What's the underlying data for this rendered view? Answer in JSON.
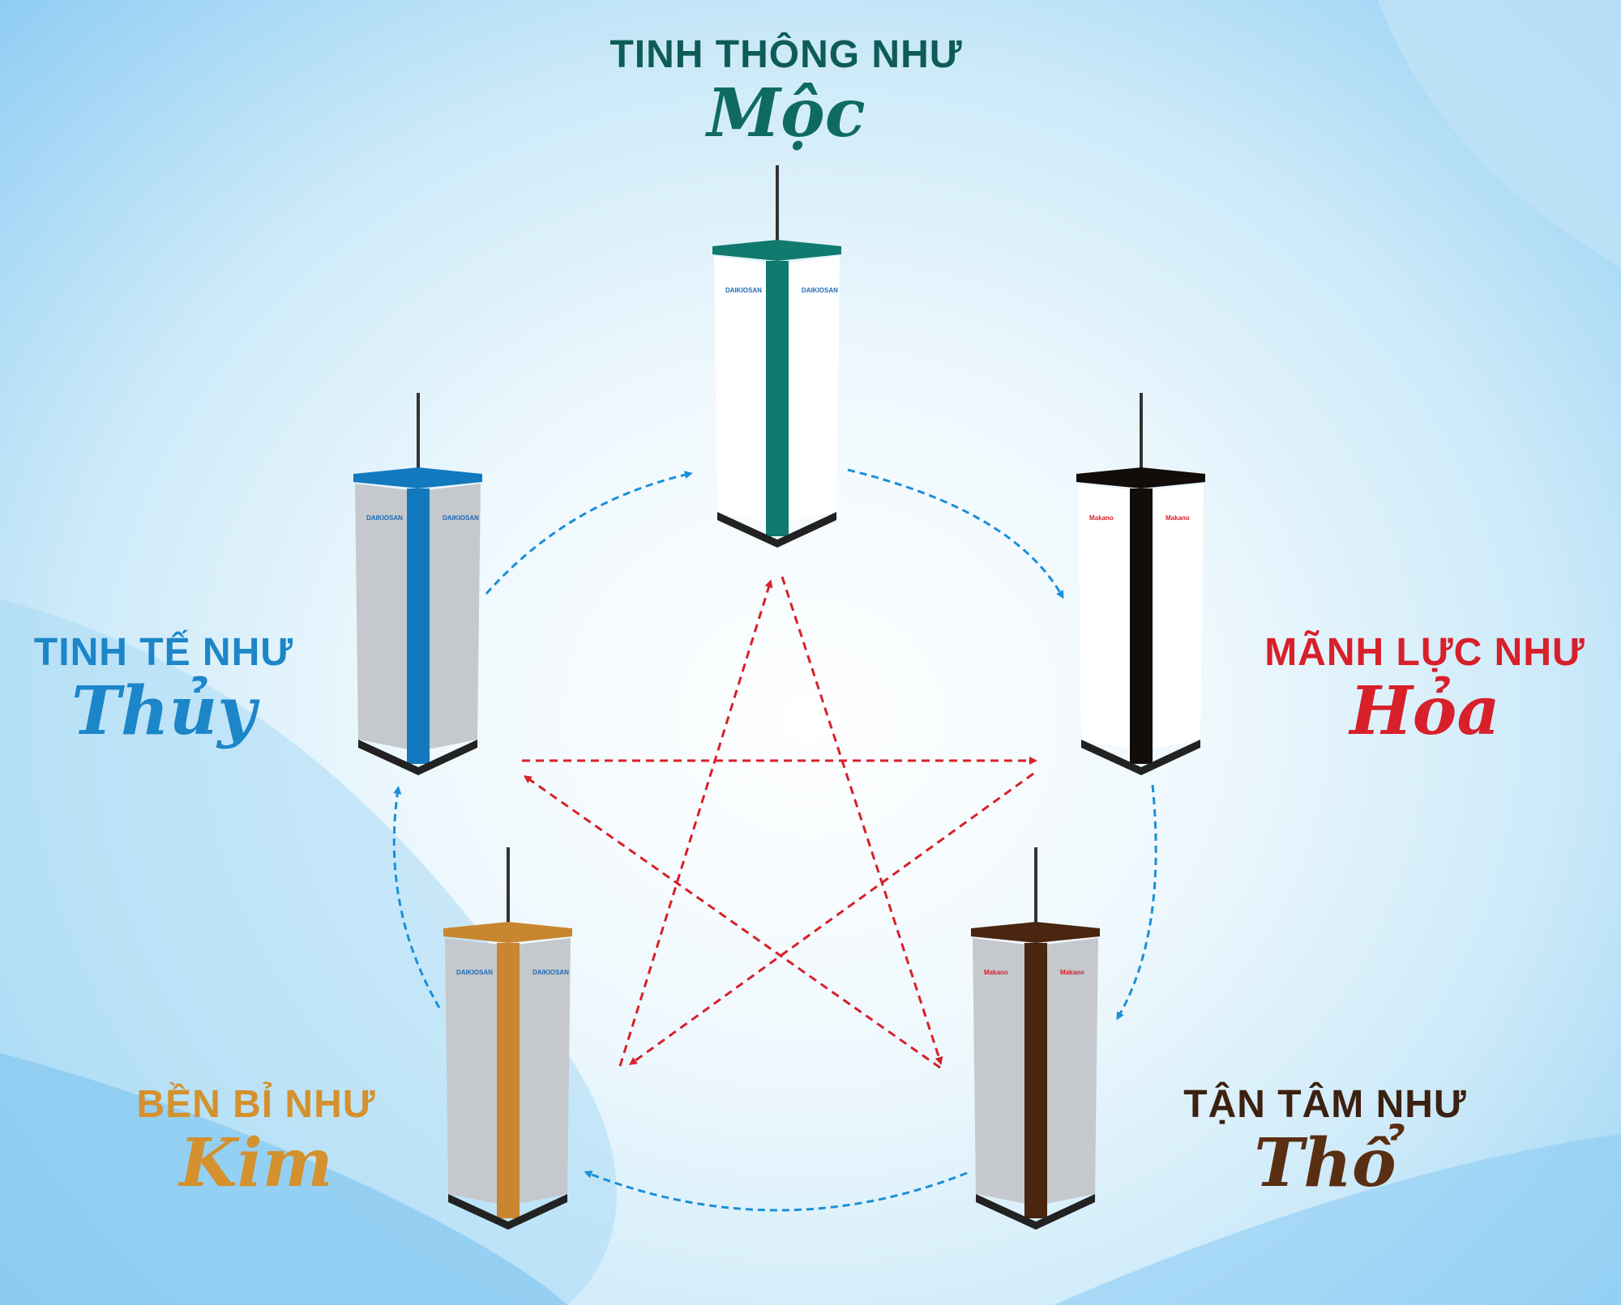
{
  "elements": [
    {
      "key": "moc",
      "lead": "TINH THÔNG NHƯ",
      "name": "Mộc",
      "color": "#127a6c",
      "brand": "DAIKIOSAN"
    },
    {
      "key": "hoa",
      "lead": "MÃNH LỰC NHƯ",
      "name": "Hỏa",
      "color": "#d7202a",
      "brand": "Makano"
    },
    {
      "key": "tho",
      "lead": "TẬN TÂM NHƯ",
      "name": "Thổ",
      "color": "#5a2e12",
      "brand": "Makano"
    },
    {
      "key": "kim",
      "lead": "BỀN BỈ NHƯ",
      "name": "Kim",
      "color": "#d4912e",
      "brand": "DAIKIOSAN"
    },
    {
      "key": "thuy",
      "lead": "TINH TẾ NHƯ",
      "name": "Thủy",
      "color": "#1c86c8",
      "brand": "DAIKIOSAN"
    }
  ],
  "colors": {
    "generating_cycle": "#1b8fd8",
    "overcoming_cycle": "#d7202a"
  }
}
